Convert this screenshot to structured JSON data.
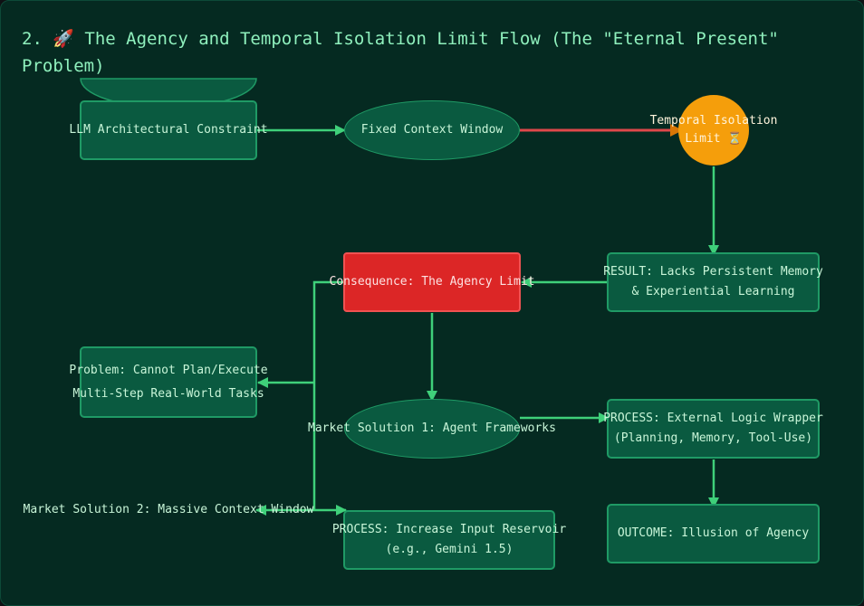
{
  "title": "2. 🚀 The Agency and Temporal Isolation Limit Flow (The \"Eternal Present\" Problem)",
  "colors": {
    "background": "#052a21",
    "node_fill": "#0a5a40",
    "node_border": "#1f9a65",
    "edge": "#3fd07a",
    "edge_red": "#e0484a",
    "accent_red": "#dc2626",
    "accent_orange": "#f59e0b"
  },
  "nodes": {
    "constraint": "LLM Architectural Constraint",
    "context_window": "Fixed Context Window",
    "temporal_limit_line1": "Temporal Isolation",
    "temporal_limit_line2": "Limit ⏳",
    "result_line1": "RESULT: Lacks Persistent Memory",
    "result_line2": "& Experiential Learning",
    "consequence": "Consequence: The Agency Limit",
    "problem_line1": "Problem: Cannot Plan/Execute",
    "problem_line2": "Multi-Step Real-World Tasks",
    "solution1": "Market Solution 1: Agent Frameworks",
    "process_wrapper_line1": "PROCESS: External Logic Wrapper",
    "process_wrapper_line2": "(Planning, Memory, Tool-Use)",
    "solution2": "Market Solution 2: Massive Context Window",
    "process_input_line1": "PROCESS: Increase Input Reservoir",
    "process_input_line2": "(e.g., Gemini 1.5)",
    "outcome": "OUTCOME: Illusion of Agency"
  }
}
